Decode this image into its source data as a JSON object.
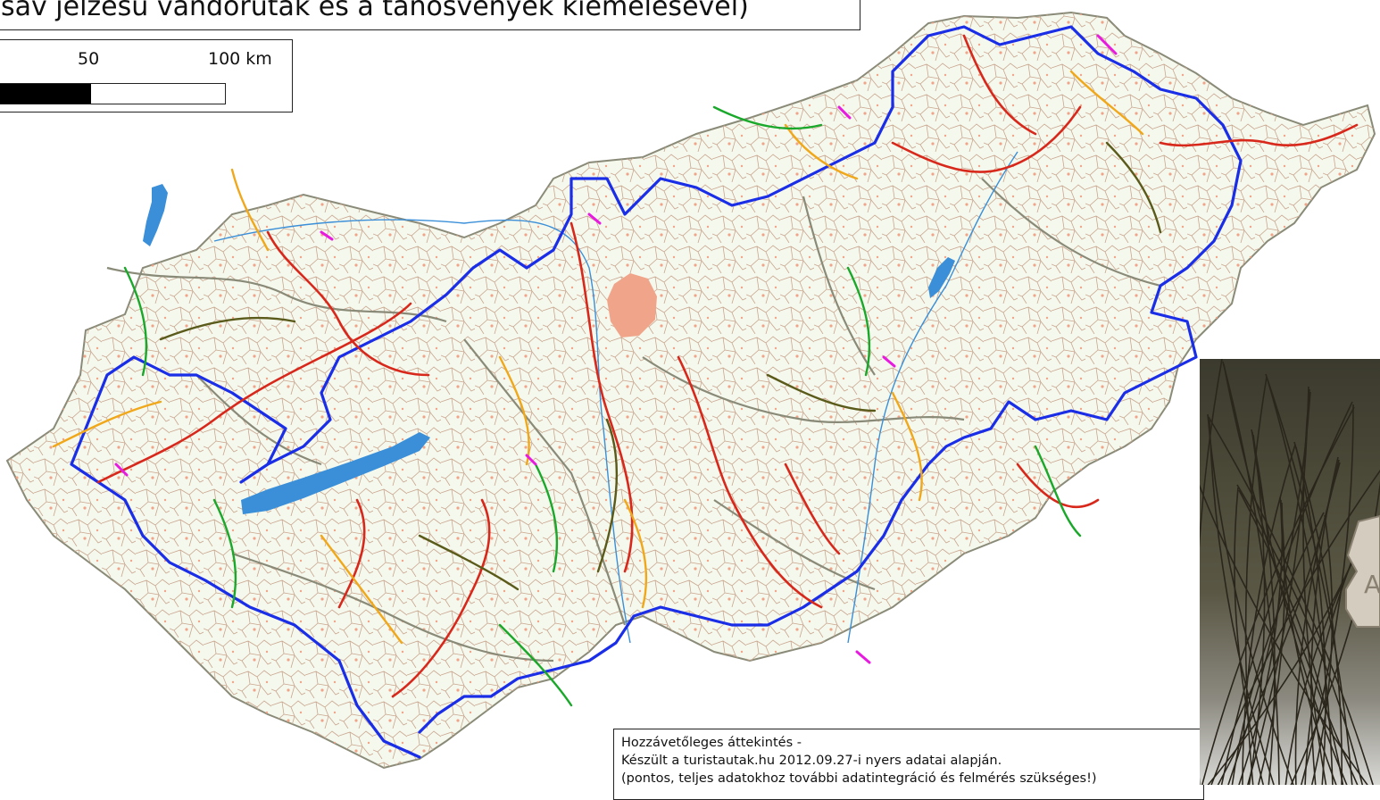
{
  "map": {
    "title": "sáv jelzésű vándorutak és a tanösvények kiemelésével)",
    "scale": {
      "mid_label": "50",
      "end_label": "100 km"
    },
    "colors": {
      "country_fill": "#f5f8ec",
      "municipality_border": "#c9a58f",
      "region_border": "#8a8a78",
      "water": "#3a8fd8",
      "urban": "#f0a58a",
      "trail_blue": "#1a2ee8",
      "trail_red": "#d8281c",
      "trail_green": "#1aa82a",
      "trail_yellow": "#f0a81a",
      "trail_olive": "#5a5a1a",
      "trail_pink": "#e81ae0"
    },
    "note": {
      "line1": "Hozzávetőleges áttekintés -",
      "line2": "Készült a turistautak.hu 2012.09.27-i nyers adatai alapján.",
      "line3": "(pontos, teljes adatokhoz további adatintegráció és felmérés szükséges!)"
    },
    "photo": {
      "sign_letter": "A"
    }
  }
}
